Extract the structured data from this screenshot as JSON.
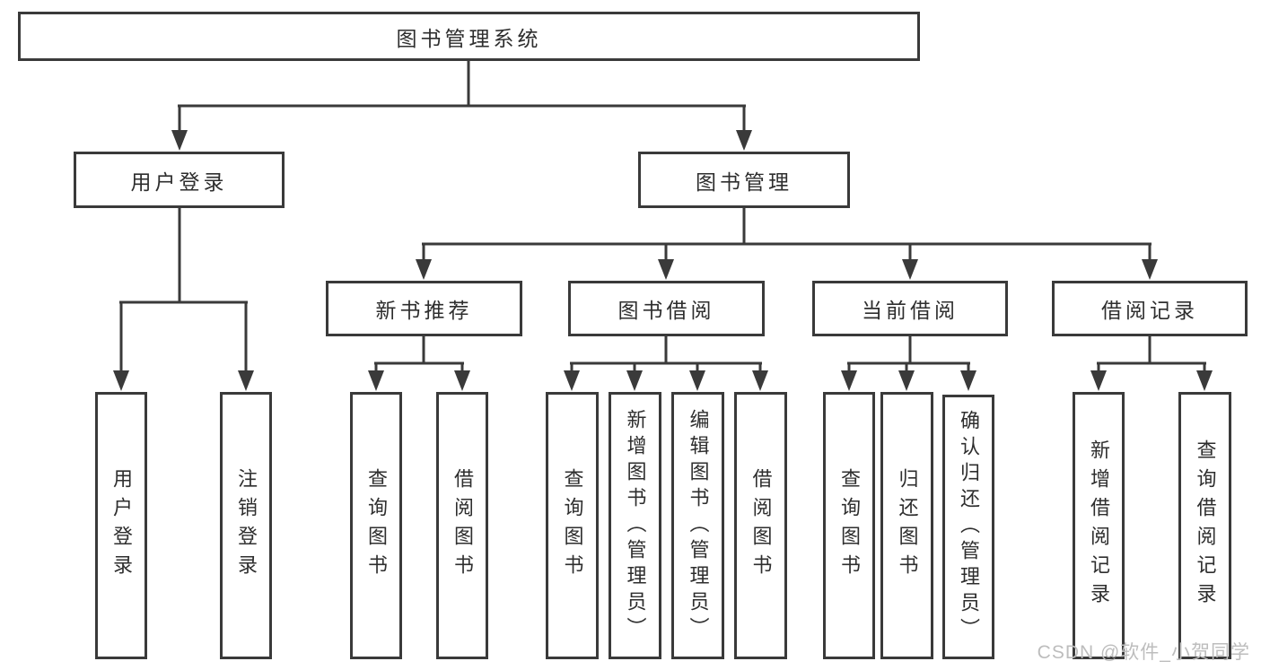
{
  "diagram": {
    "title": "图书管理系统",
    "root": {
      "label": "图书管理系统",
      "children": [
        {
          "label": "用户登录",
          "children": [
            {
              "label": "用户登录"
            },
            {
              "label": "注销登录"
            }
          ]
        },
        {
          "label": "图书管理",
          "children": [
            {
              "label": "新书推荐",
              "children": [
                {
                  "label": "查询图书"
                },
                {
                  "label": "借阅图书"
                }
              ]
            },
            {
              "label": "图书借阅",
              "children": [
                {
                  "label": "查询图书"
                },
                {
                  "label": "新增图书（管理员）"
                },
                {
                  "label": "编辑图书（管理员）"
                },
                {
                  "label": "借阅图书"
                }
              ]
            },
            {
              "label": "当前借阅",
              "children": [
                {
                  "label": "查询图书"
                },
                {
                  "label": "归还图书"
                },
                {
                  "label": "确认归还（管理员）"
                }
              ]
            },
            {
              "label": "借阅记录",
              "children": [
                {
                  "label": "新增借阅记录"
                },
                {
                  "label": "查询借阅记录"
                }
              ]
            }
          ]
        }
      ]
    }
  },
  "watermark": {
    "text": "CSDN @软件_小贺同学"
  },
  "colors": {
    "line": "#3a3a3a",
    "box_border": "#3a3a3a",
    "text": "#2e2e2e",
    "watermark": "#bdbdbd",
    "background": "#ffffff"
  }
}
